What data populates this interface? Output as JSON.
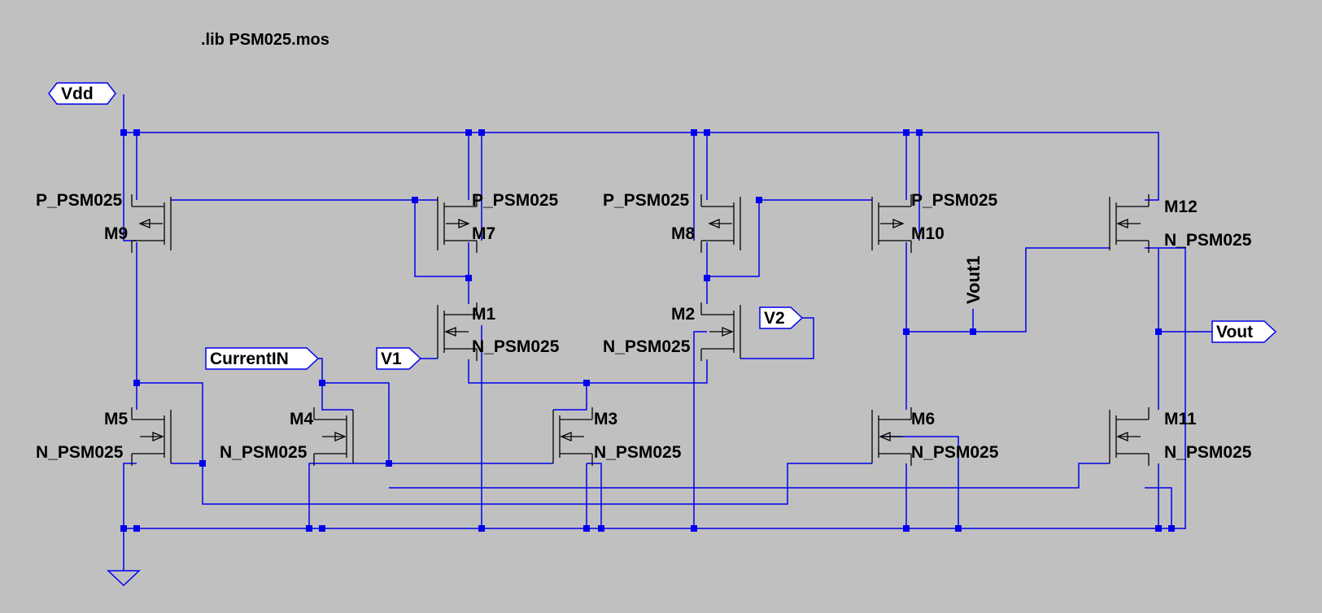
{
  "directive": ".lib PSM025.mos",
  "transistors": [
    {
      "ref": "M9",
      "model": "P_PSM025"
    },
    {
      "ref": "M7",
      "model": "P_PSM025"
    },
    {
      "ref": "M8",
      "model": "P_PSM025"
    },
    {
      "ref": "M10",
      "model": "P_PSM025"
    },
    {
      "ref": "M12",
      "model": "N_PSM025"
    },
    {
      "ref": "M1",
      "model": "N_PSM025"
    },
    {
      "ref": "M2",
      "model": "N_PSM025"
    },
    {
      "ref": "M5",
      "model": "N_PSM025"
    },
    {
      "ref": "M4",
      "model": "N_PSM025"
    },
    {
      "ref": "M3",
      "model": "N_PSM025"
    },
    {
      "ref": "M6",
      "model": "N_PSM025"
    },
    {
      "ref": "M11",
      "model": "N_PSM025"
    }
  ],
  "nets": {
    "vdd": "Vdd",
    "v1": "V1",
    "v2": "V2",
    "current_in": "CurrentIN",
    "vout": "Vout",
    "vout1": "Vout1"
  }
}
